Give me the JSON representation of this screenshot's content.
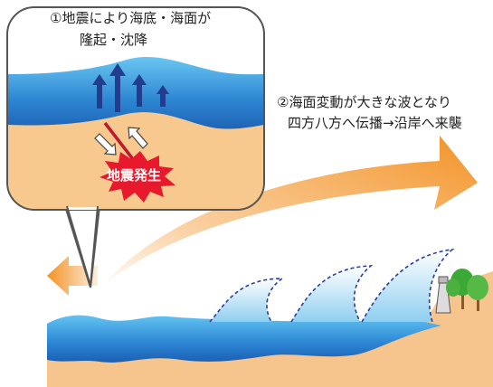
{
  "labels": {
    "step1_line1": "①地震により海底・海面が",
    "step1_line2": "隆起・沈降",
    "step2_line1": "②海面変動が大きな波となり",
    "step2_line2": "四方八方へ伝播→沿岸へ来襲",
    "quake": "地震発生"
  },
  "colors": {
    "sea_light": "#63c3f1",
    "sea_dark": "#1a5fb4",
    "seabed": "#f8c98e",
    "land": "#f6c58d",
    "arrow_orange": "#f39224",
    "uplift_arrow": "#243c8c",
    "quake_burst": "#e8192c",
    "wave_outline": "#2b3d9a",
    "tree_green": "#3aa935"
  },
  "icons": [
    "uplift-arrow-icon",
    "slip-arrow-icon",
    "fault-line-icon",
    "quake-burst-icon",
    "lighthouse-icon",
    "tree-icon"
  ]
}
